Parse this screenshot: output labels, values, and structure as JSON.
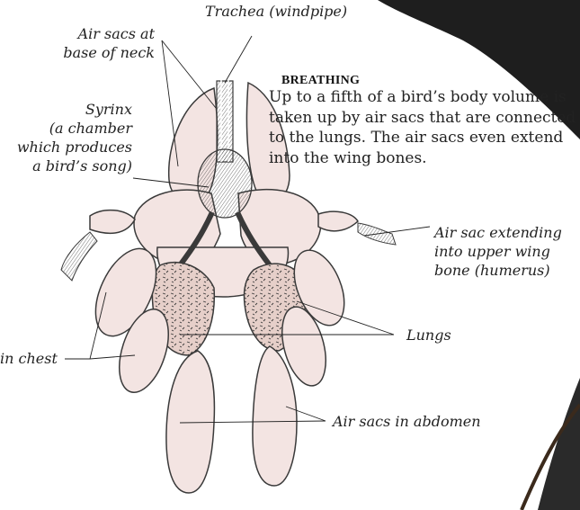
{
  "heading": "BREATHING",
  "body_text": "Up to a fifth of a bird’s body volume is taken up by air sacs that are connected to the lungs. The air sacs even extend into the wing bones.",
  "labels": {
    "trachea": "Trachea (windpipe)",
    "air_sacs_neck": "Air sacs at\nbase of neck",
    "syrinx": "Syrinx\n(a chamber\nwhich produces\na bird’s song)",
    "wing_sac": "Air sac extending\ninto upper wing\nbone (humerus)",
    "lungs": "Lungs",
    "chest": "in chest",
    "abdomen": "Air sacs in abdomen"
  },
  "colors": {
    "sac_fill": "#f3e4e2",
    "outline": "#3a3a3a",
    "lung_fill": "#e6cfc9",
    "feather": "#1e1e1e"
  }
}
